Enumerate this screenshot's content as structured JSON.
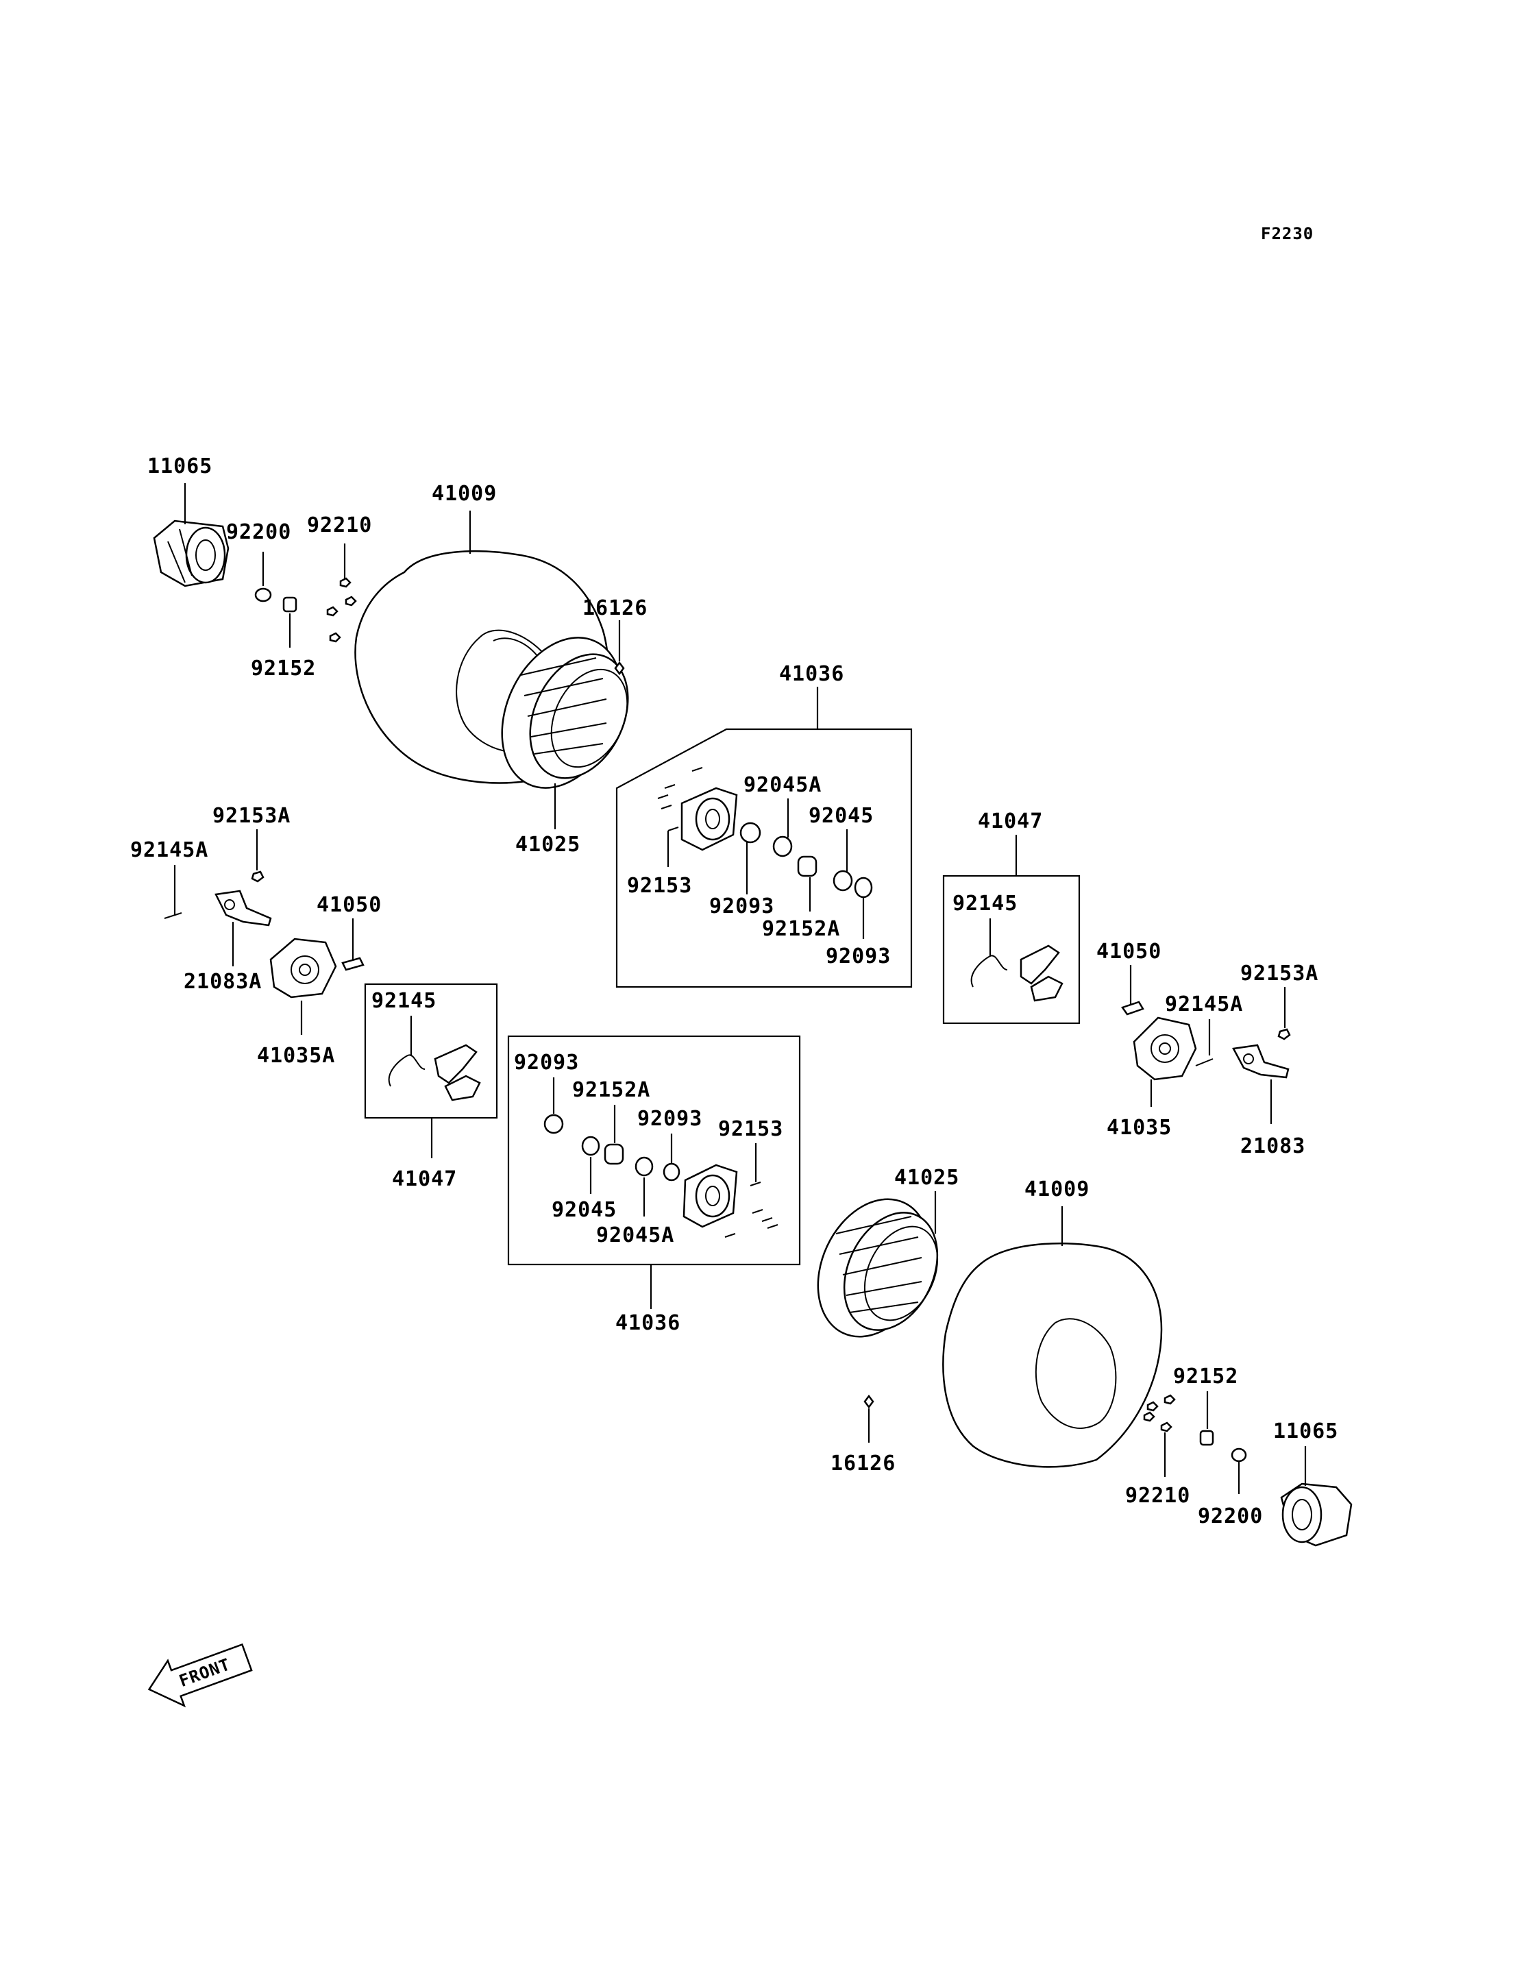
{
  "diagram": {
    "ref_code": "F2230",
    "front_marker": "FRONT",
    "labels": {
      "p11065_top": "11065",
      "p41009_top": "41009",
      "p92200_top": "92200",
      "p92210_top": "92210",
      "p92152_top": "92152",
      "p16126_top": "16126",
      "p41025_top": "41025",
      "p41036_top": "41036",
      "p92045A_top": "92045A",
      "p92045_top": "92045",
      "p92153_top": "92153",
      "p92093_top_a": "92093",
      "p92152A_top": "92152A",
      "p92093_top_b": "92093",
      "p92153A_left": "92153A",
      "p92145A_left": "92145A",
      "p41050_left": "41050",
      "p21083A": "21083A",
      "p41035A": "41035A",
      "p92145_left": "92145",
      "p41047_left": "41047",
      "p41047_right": "41047",
      "p92145_right": "92145",
      "p41050_right": "41050",
      "p92153A_right": "92153A",
      "p92145A_right": "92145A",
      "p41035": "41035",
      "p21083": "21083",
      "p92093_bot_a": "92093",
      "p92152A_bot": "92152A",
      "p92093_bot_b": "92093",
      "p92153_bot": "92153",
      "p92045_bot": "92045",
      "p92045A_bot": "92045A",
      "p41036_bot": "41036",
      "p41025_bot": "41025",
      "p41009_bot": "41009",
      "p16126_bot": "16126",
      "p92152_bot": "92152",
      "p92210_bot": "92210",
      "p92200_bot": "92200",
      "p11065_bot": "11065"
    }
  }
}
